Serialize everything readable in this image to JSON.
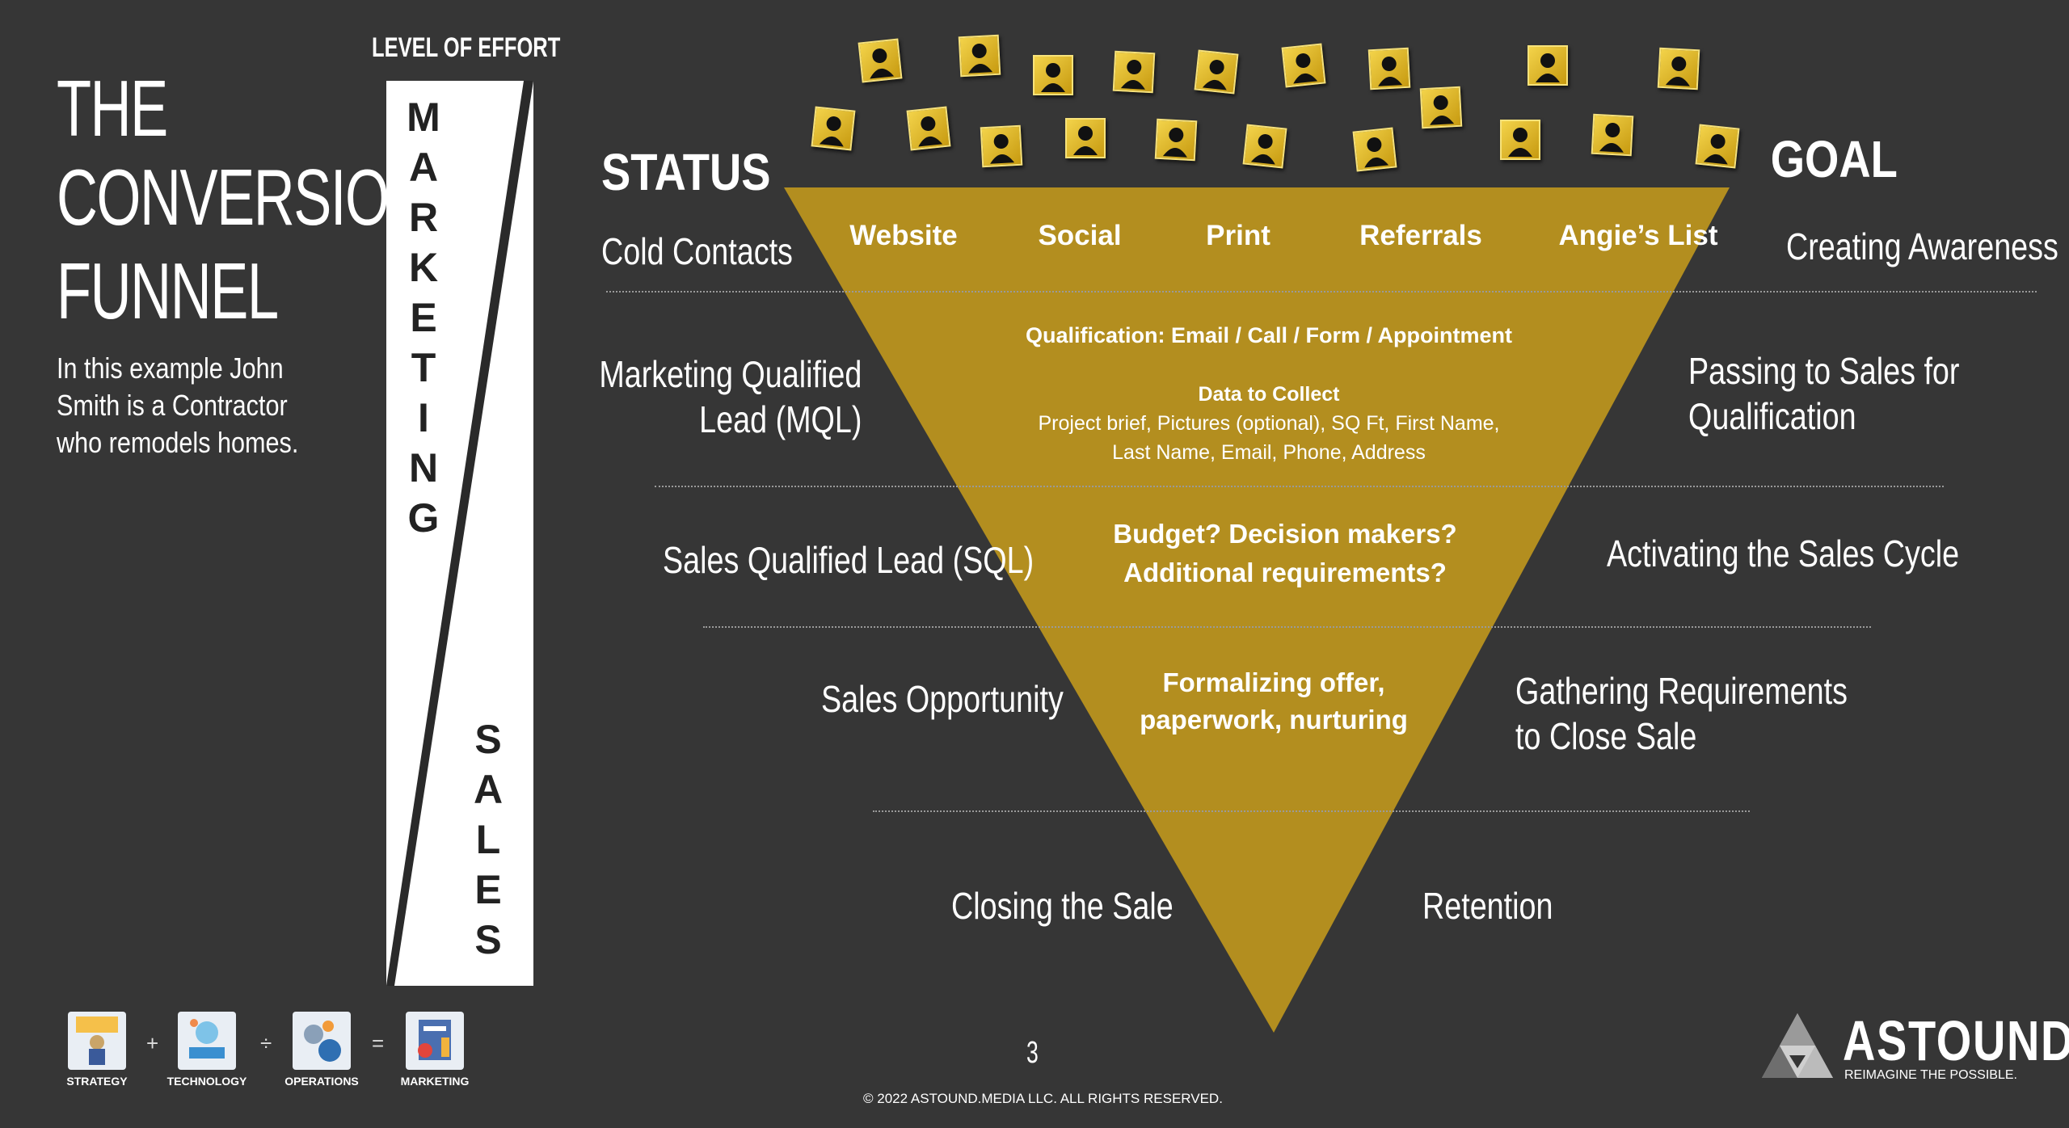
{
  "title": [
    "THE",
    "CONVERSION",
    "FUNNEL"
  ],
  "intro": [
    "In this example John",
    "Smith is a Contractor",
    "who remodels homes."
  ],
  "effort": {
    "heading": "LEVEL OF EFFORT",
    "marketing_letters": [
      "M",
      "A",
      "R",
      "K",
      "E",
      "T",
      "I",
      "N",
      "G"
    ],
    "sales_letters": [
      "S",
      "A",
      "L",
      "E",
      "S"
    ]
  },
  "columns": {
    "status": "STATUS",
    "goal": "GOAL"
  },
  "channels": [
    "Website",
    "Social",
    "Print",
    "Referrals",
    "Angie’s List"
  ],
  "stages": [
    {
      "status": "Cold Contacts",
      "goal": "Creating Awareness"
    },
    {
      "status_lines": [
        "Marketing Qualified",
        "Lead (MQL)"
      ],
      "goal_lines": [
        "Passing to Sales for",
        "Qualification"
      ]
    },
    {
      "status": "Sales Qualified Lead (SQL)",
      "goal": "Activating the Sales Cycle"
    },
    {
      "status": "Sales Opportunity",
      "goal_lines": [
        "Gathering Requirements",
        "to Close Sale"
      ]
    },
    {
      "status": "Closing the Sale",
      "goal": "Retention"
    }
  ],
  "funnel": {
    "color": "#b38e1f",
    "qualification": "Qualification: Email / Call / Form / Appointment",
    "data_heading": "Data to Collect",
    "data_lines": [
      "Project brief, Pictures (optional), SQ Ft, First Name,",
      "Last Name, Email, Phone, Address"
    ],
    "sql_lines": [
      "Budget? Decision makers?",
      "Additional requirements?"
    ],
    "opp_lines": [
      "Formalizing offer,",
      "paperwork, nurturing"
    ]
  },
  "avatar_count": 22,
  "bottom_icons": [
    {
      "icon": "strategy-icon",
      "label": "STRATEGY"
    },
    {
      "icon": "technology-icon",
      "label": "TECHNOLOGY"
    },
    {
      "icon": "operations-icon",
      "label": "OPERATIONS"
    },
    {
      "icon": "marketing-icon",
      "label": "MARKETING"
    }
  ],
  "operators": [
    "+",
    "÷",
    "="
  ],
  "page_number": "3",
  "copyright": "© 2022 ASTOUND.MEDIA LLC. ALL RIGHTS RESERVED.",
  "logo": {
    "name": "ASTOUND",
    "tagline": "REIMAGINE THE POSSIBLE."
  }
}
